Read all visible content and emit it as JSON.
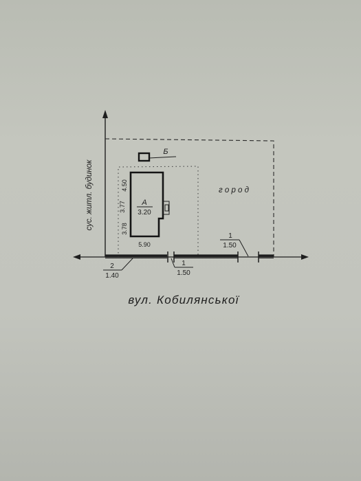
{
  "building_a": {
    "letter": "А",
    "value": "3.20"
  },
  "shed": {
    "letter": "Б"
  },
  "dims": {
    "top": "4.50",
    "mid": "3.77",
    "low": "3.78",
    "width": "5.90"
  },
  "neighbor_label": "сус. житл. будинок",
  "garden_label": "г о р о д",
  "gates": [
    {
      "number": "2",
      "width": "1.40"
    },
    {
      "number": "1",
      "width": "1.50"
    },
    {
      "number": "1",
      "width": "1.50"
    }
  ],
  "street": "вул.  Кобилянської"
}
